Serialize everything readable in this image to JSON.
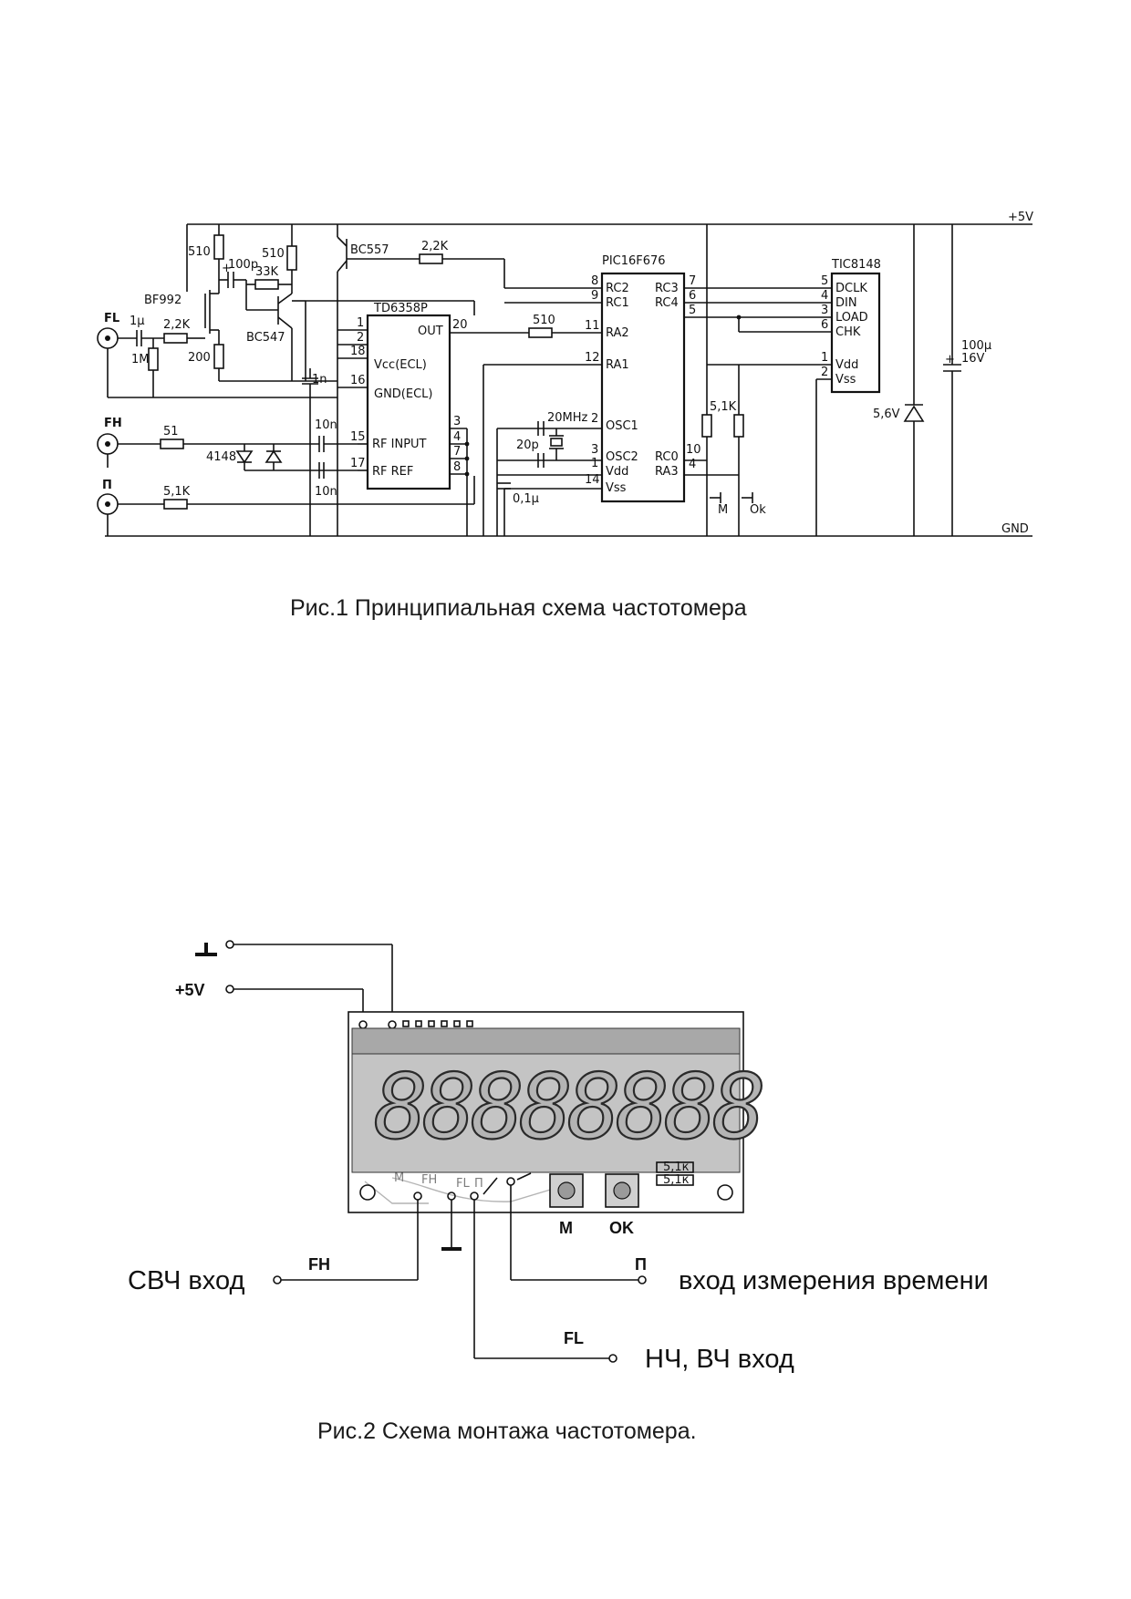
{
  "figure1": {
    "caption": "Рис.1 Принципиальная схема частотомера",
    "rails": {
      "vcc": "+5V",
      "gnd": "GND"
    },
    "inputs": {
      "fl": "FL",
      "fh": "FH",
      "pulse": "П"
    },
    "chips": {
      "prescaler": "TD6358P",
      "mcu": "PIC16F676",
      "driver": "TIC8148"
    },
    "transistors": {
      "fet": "BF992",
      "npn": "BC547",
      "pnp": "BC557"
    },
    "components": {
      "c_in": "1μ",
      "r_1m": "1M",
      "r_22k_a": "2,2K",
      "r_510_a": "510",
      "r_200": "200",
      "c_100p": "100p",
      "r_33k": "33K",
      "r_510_b": "510",
      "r_22k_b": "2,2K",
      "c_1n": "1n",
      "r_51": "51",
      "diodes": "4148",
      "c_10n_a": "10n",
      "c_10n_b": "10n",
      "r_51k_in": "5,1K",
      "r_510_c": "510",
      "crystal": "20MHz",
      "c_20p": "20p",
      "c_01": "0,1μ",
      "r_51k_a": "5,1K",
      "sw_m": "M",
      "sw_ok": "Ok",
      "zener": "5,6V",
      "c_bulk": "100μ",
      "c_bulk_v": "16V"
    },
    "prescaler_pins": {
      "p1": "1",
      "p2": "2",
      "p18": "18",
      "p16": "16",
      "p15": "15",
      "p17": "17",
      "p3": "3",
      "p4": "4",
      "p7": "7",
      "p8": "8",
      "p20": "20",
      "vcc": "Vcc(ECL)",
      "gnd": "GND(ECL)",
      "out": "OUT",
      "rfin": "RF INPUT",
      "rfref": "RF REF"
    },
    "mcu_pins": {
      "p8": "8",
      "p9": "9",
      "p11": "11",
      "p12": "12",
      "p2": "2",
      "p3": "3",
      "p1": "1",
      "p14": "14",
      "p7": "7",
      "p6": "6",
      "p5": "5",
      "p10": "10",
      "p4": "4",
      "rc2": "RC2",
      "rc1": "RC1",
      "ra2": "RA2",
      "ra1": "RA1",
      "osc1": "OSC1",
      "osc2": "OSC2",
      "vdd": "Vdd",
      "vss": "Vss",
      "rc3": "RC3",
      "rc4": "RC4",
      "rc0": "RC0",
      "ra3": "RA3"
    },
    "driver_pins": {
      "p5": "5",
      "p4": "4",
      "p3": "3",
      "p6": "6",
      "p1": "1",
      "p2": "2",
      "dclk": "DCLK",
      "din": "DIN",
      "load": "LOAD",
      "chk": "CHK",
      "vdd": "Vdd",
      "vss": "Vss"
    }
  },
  "figure2": {
    "caption": "Рис.2 Схема монтажа частотомера.",
    "display_digits": "88888888",
    "buttons": {
      "m": "M",
      "ok": "OK"
    },
    "wires": {
      "plus5v": "+5V",
      "fh": "FH",
      "fl": "FL",
      "pulse": "П"
    },
    "labels": {
      "microwave_input": "СВЧ вход",
      "time_input": "вход измерения времени",
      "lf_hf_input": "НЧ, ВЧ вход"
    },
    "board_marks": {
      "r1": "5,1к",
      "r2": "5,1к",
      "fh": "FH",
      "fl": "FL",
      "p": "П",
      "m": "M"
    }
  }
}
